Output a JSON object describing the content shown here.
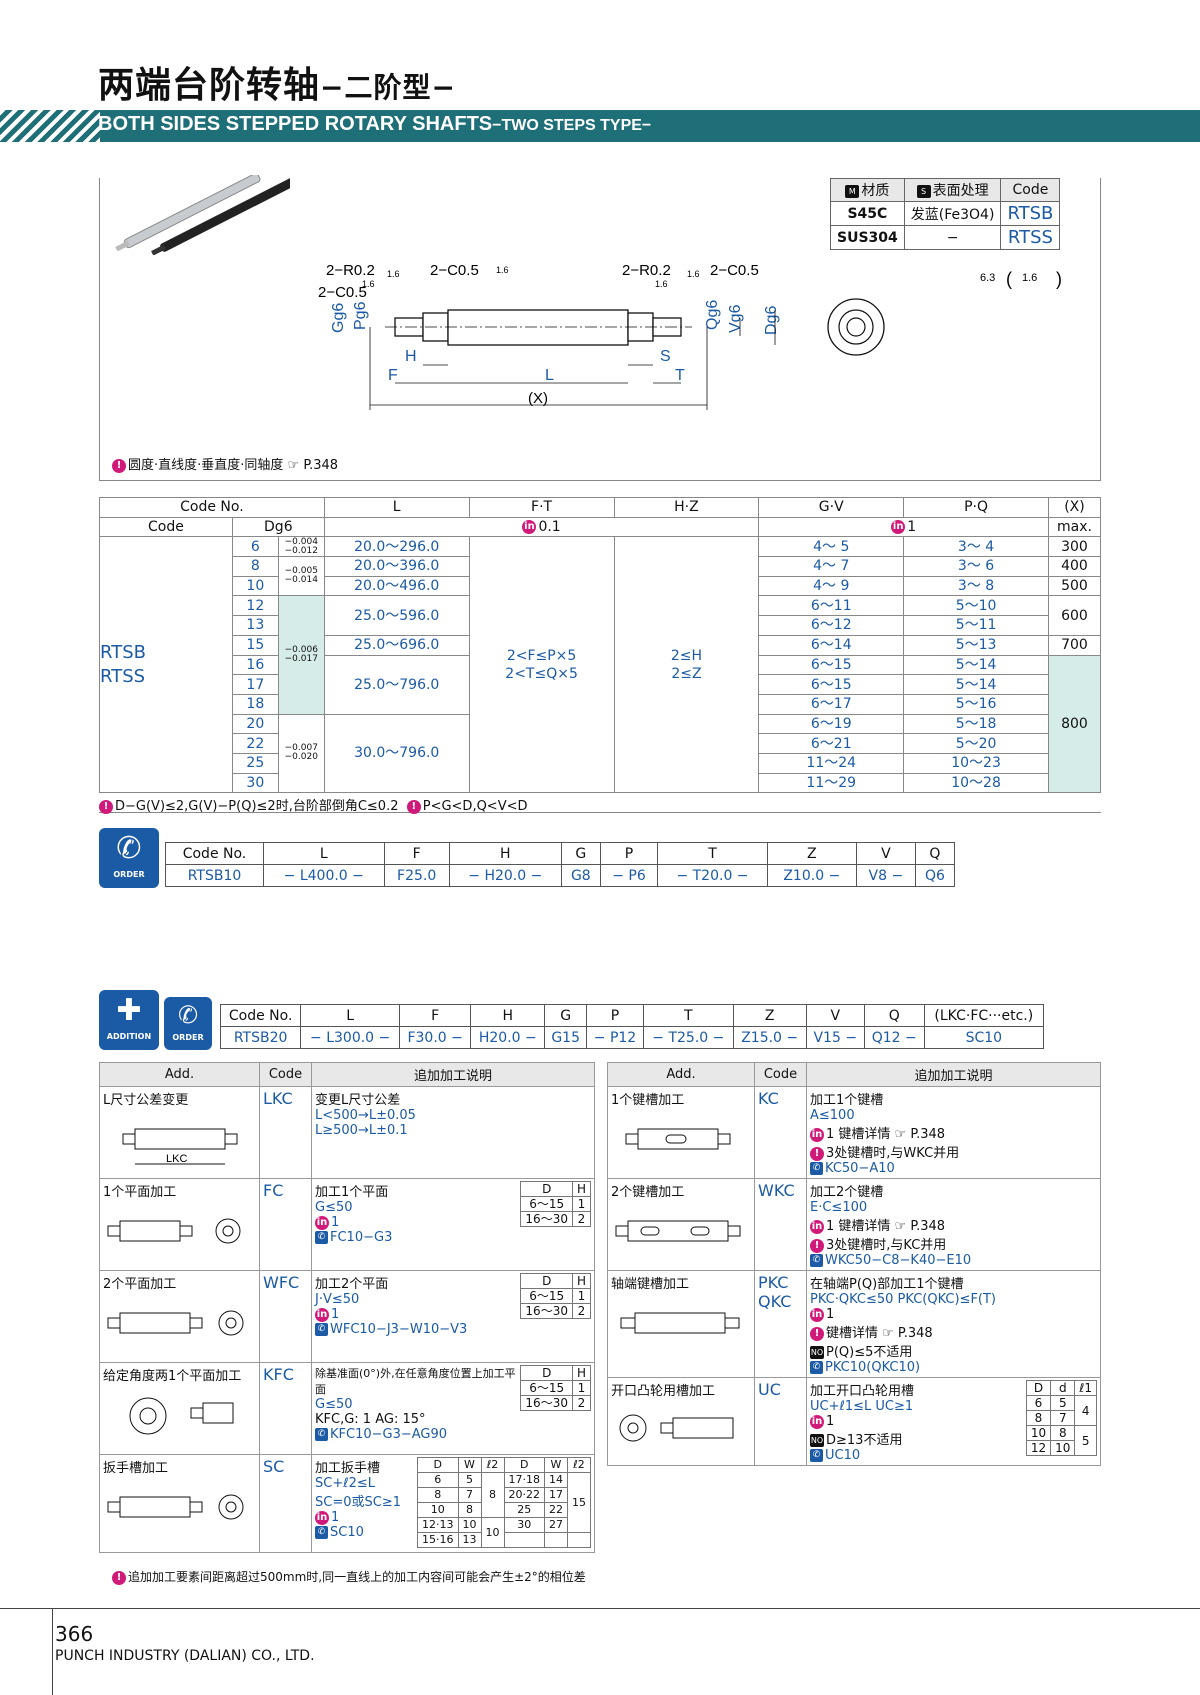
{
  "header": {
    "title_cn": "两端台阶转轴",
    "title_cn_sub": "−二阶型−",
    "title_en": "BOTH SIDES STEPPED ROTARY SHAFTS",
    "title_en_sub": "−TWO STEPS TYPE−"
  },
  "material": {
    "head_mat": "材质",
    "head_surf": "表面处理",
    "head_code": "Code",
    "rows": [
      {
        "mat": "S45C",
        "surf": "发蓝(Fe3O4)",
        "code": "RTSB"
      },
      {
        "mat": "SUS304",
        "surf": "−",
        "code": "RTSS"
      }
    ]
  },
  "drawing": {
    "r1": "2−R0.2",
    "c1": "2−C0.5",
    "c2": "2−C0.5",
    "r2": "2−R0.2",
    "c3": "2−C0.5",
    "g": "Gg6",
    "p": "Pg6",
    "q": "Qg6",
    "v": "Vg6",
    "d": "Dg6",
    "h": "H",
    "f": "F",
    "l": "L",
    "s": "S",
    "t": "T",
    "x": "(X)",
    "rough": "1.6",
    "rough2": "6.3"
  },
  "drawing_note": "圆度·直线度·垂直度·同轴度 ☞ P.348",
  "spec": {
    "h1": [
      "Code No.",
      "L",
      "F·T",
      "H·Z",
      "G·V",
      "P·Q",
      "(X)"
    ],
    "h2": [
      "Code",
      "Dg6",
      "0.1",
      "1",
      "max."
    ],
    "codes": [
      "RTSB",
      "RTSS"
    ],
    "d": [
      "6",
      "8",
      "10",
      "12",
      "13",
      "15",
      "16",
      "17",
      "18",
      "20",
      "22",
      "25",
      "30"
    ],
    "tol": [
      [
        "−0.004",
        "−0.012"
      ],
      [
        "−0.005",
        "−0.014"
      ],
      [
        "−0.006",
        "−0.017"
      ],
      [
        "−0.007",
        "−0.020"
      ]
    ],
    "l": [
      "20.0～296.0",
      "20.0～396.0",
      "20.0～496.0",
      "25.0～596.0",
      "25.0～696.0",
      "25.0～796.0",
      "30.0～796.0"
    ],
    "ft": [
      "2<F≤P×5",
      "2<T≤Q×5"
    ],
    "hz": [
      "2≤H",
      "2≤Z"
    ],
    "gv": [
      "4～ 5",
      "4～ 7",
      "4～ 9",
      "6～11",
      "6～12",
      "6～14",
      "6～15",
      "6～15",
      "6～17",
      "6～19",
      "6～21",
      "11～24",
      "11～29"
    ],
    "pq": [
      "3～ 4",
      "3～ 6",
      "3～ 8",
      "5～10",
      "5～11",
      "5～13",
      "5～14",
      "5～14",
      "5～16",
      "5～18",
      "5～20",
      "10～23",
      "10～28"
    ],
    "x": [
      "300",
      "400",
      "500",
      "600",
      "700",
      "800"
    ],
    "note1": "D−G(V)≤2,G(V)−P(Q)≤2时,台阶部倒角C≤0.2",
    "note2": "P<G<D,Q<V<D"
  },
  "order": {
    "icon_label": "ORDER",
    "heads": [
      "Code No.",
      "L",
      "F",
      "H",
      "G",
      "P",
      "T",
      "Z",
      "V",
      "Q"
    ],
    "vals": [
      "RTSB10",
      "− L400.0 −",
      "F25.0",
      "− H20.0 −",
      "G8",
      "−",
      "P6",
      "− T20.0 −",
      "Z10.0 −",
      "V8",
      "−",
      "Q6"
    ]
  },
  "addition_order": {
    "icon_add": "ADDITION",
    "icon_ord": "ORDER",
    "heads": [
      "Code No.",
      "L",
      "F",
      "H",
      "G",
      "P",
      "T",
      "Z",
      "V",
      "Q",
      "(LKC·FC···etc.)"
    ],
    "vals": [
      "RTSB20",
      "− L300.0 −",
      "F30.0 −",
      "H20.0 −",
      "G15",
      "−",
      "P12",
      "− T25.0 −",
      "Z15.0 −",
      "V15",
      "−",
      "Q12",
      "−",
      "SC10"
    ]
  },
  "add_heads": [
    "Add.",
    "Code",
    "追加加工说明"
  ],
  "add_left": [
    {
      "name": "L尺寸公差变更",
      "code": "LKC",
      "lines": [
        "变更L尺寸公差",
        "L<500→L±0.05",
        "L≥500→L±0.1"
      ],
      "lbl": "LKC"
    },
    {
      "name": "1个平面加工",
      "code": "FC",
      "lines": [
        "加工1个平面",
        "G≤50",
        "1",
        "FC10−G3"
      ],
      "tbl": [
        [
          "D",
          "H"
        ],
        [
          "6～15",
          "1"
        ],
        [
          "16～30",
          "2"
        ]
      ]
    },
    {
      "name": "2个平面加工",
      "code": "WFC",
      "lines": [
        "加工2个平面",
        "J·V≤50",
        "1",
        "WFC10−J3−W10−V3"
      ],
      "tbl": [
        [
          "D",
          "H"
        ],
        [
          "6～15",
          "1"
        ],
        [
          "16～30",
          "2"
        ]
      ]
    },
    {
      "name": "给定角度两1个平面加工",
      "code": "KFC",
      "lines": [
        "除基准面(0°)外,在任意角度位置上加工平面",
        "G≤50",
        "KFC,G: 1  AG: 15°",
        "KFC10−G3−AG90"
      ],
      "tbl": [
        [
          "D",
          "H"
        ],
        [
          "6～15",
          "1"
        ],
        [
          "16～30",
          "2"
        ]
      ]
    },
    {
      "name": "扳手槽加工",
      "code": "SC",
      "lines": [
        "加工扳手槽",
        "SC+ℓ2≤L",
        "SC=0或SC≥1",
        "1",
        "SC10"
      ]
    }
  ],
  "sc_tbl": [
    [
      "D",
      "W",
      "ℓ2",
      "D",
      "W",
      "ℓ2"
    ],
    [
      "6",
      "5",
      "",
      "17·18",
      "14",
      ""
    ],
    [
      "8",
      "7",
      "8",
      "20·22",
      "17",
      ""
    ],
    [
      "10",
      "8",
      "",
      "25",
      "22",
      ""
    ],
    [
      "12·13",
      "10",
      "10",
      "30",
      "27",
      "15"
    ],
    [
      "15·16",
      "13",
      "",
      "",
      "",
      ""
    ]
  ],
  "add_right": [
    {
      "name": "1个键槽加工",
      "code": "KC",
      "lines": [
        "加工1个键槽",
        "A≤100",
        "1  键槽详情 ☞ P.348",
        "3处键槽时,与WKC并用",
        "KC50−A10"
      ]
    },
    {
      "name": "2个键槽加工",
      "code": "WKC",
      "lines": [
        "加工2个键槽",
        "E·C≤100",
        "1  键槽详情 ☞ P.348",
        "3处键槽时,与KC并用",
        "WKC50−C8−K40−E10"
      ]
    },
    {
      "name": "轴端键槽加工",
      "code": "PKC",
      "code2": "QKC",
      "lines": [
        "在轴端P(Q)部加工1个键槽",
        "PKC·QKC≤50  PKC(QKC)≤F(T)",
        "1",
        "键槽详情 ☞ P.348",
        "P(Q)≤5不适用",
        "PKC10(QKC10)"
      ]
    },
    {
      "name": "开口凸轮用槽加工",
      "code": "UC",
      "lines": [
        "加工开口凸轮用槽",
        "UC+ℓ1≤L  UC≥1",
        "1",
        "D≥13不适用",
        "UC10"
      ],
      "tbl": [
        [
          "D",
          "d",
          "ℓ1"
        ],
        [
          "6",
          "5",
          "4"
        ],
        [
          "8",
          "7",
          ""
        ],
        [
          "10",
          "8",
          "5"
        ],
        [
          "12",
          "10",
          ""
        ]
      ]
    }
  ],
  "add_note": "追加加工要素间距离超过500mm时,同一直线上的加工内容间可能会产生±2°的相位差",
  "footer": {
    "page": "366",
    "company": "PUNCH INDUSTRY (DALIAN) CO., LTD."
  },
  "colors": {
    "band": "#1e6f77",
    "accent": "#1b5aa5",
    "green": "#d6ece8",
    "magenta": "#d01a7a"
  }
}
